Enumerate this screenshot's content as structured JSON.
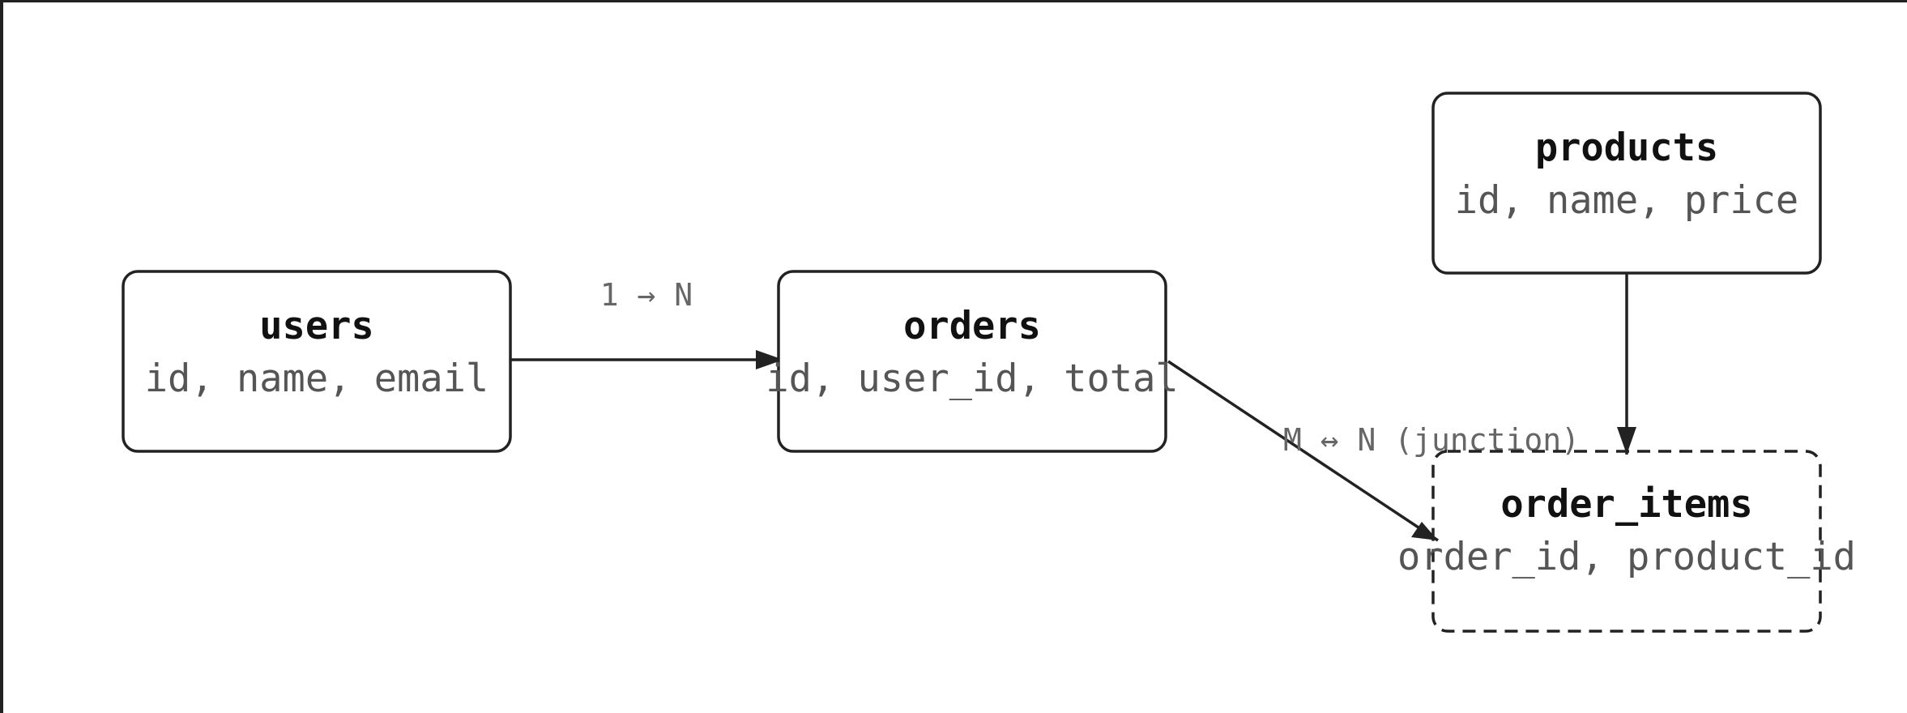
{
  "colors": {
    "stroke": "#222222",
    "title": "#111111",
    "fields": "#555555",
    "edge_label": "#666666",
    "background": "#ffffff"
  },
  "entities": {
    "users": {
      "title": "users",
      "fields": "id, name, email",
      "style": "solid"
    },
    "orders": {
      "title": "orders",
      "fields": "id, user_id, total",
      "style": "solid"
    },
    "products": {
      "title": "products",
      "fields": "id, name, price",
      "style": "solid"
    },
    "order_items": {
      "title": "order_items",
      "fields": "order_id, product_id",
      "style": "dashed"
    }
  },
  "edges": {
    "users_orders": {
      "from": "users",
      "to": "orders",
      "label": "1 → N"
    },
    "orders_order_items": {
      "from": "orders",
      "to": "order_items",
      "label": "M ↔ N (junction)"
    },
    "products_order_items": {
      "from": "products",
      "to": "order_items",
      "label": ""
    }
  }
}
